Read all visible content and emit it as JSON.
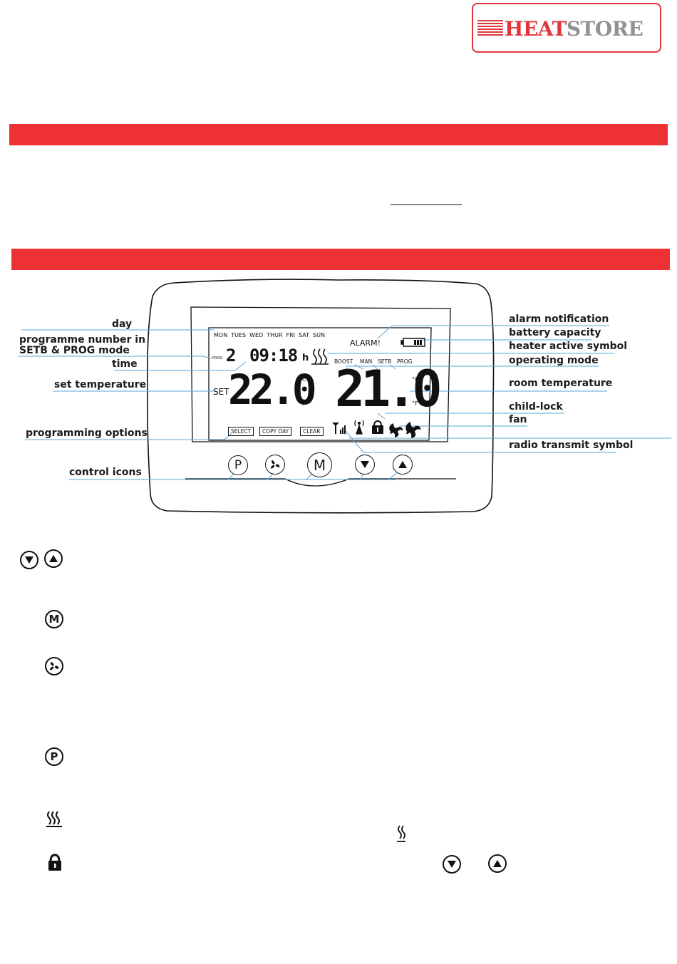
{
  "logo": {
    "heat": "HEAT",
    "store": "STORE"
  },
  "lcd": {
    "days": [
      "MON",
      "TUES",
      "WED",
      "THUR",
      "FRI",
      "SAT",
      "SUN"
    ],
    "alarm": "ALARM!",
    "prog_label": "PROG",
    "program_number": "2",
    "time": "09:18",
    "time_unit": "h",
    "modes": [
      "BOOST",
      "MAN",
      "SETB",
      "PROG"
    ],
    "set_label": "SET",
    "set_temperature": "22.0",
    "room_temperature": "21.0",
    "unit_c": "°C",
    "unit_f": "°F",
    "options": [
      "SELECT",
      "COPY DAY",
      "CLEAR"
    ]
  },
  "controls": [
    "P",
    "fan",
    "M",
    "down",
    "up"
  ],
  "labels_left": {
    "day": "day",
    "programme_number": "programme number in",
    "programme_number_2": "SETB & PROG mode",
    "time": "time",
    "set_temperature": "set temperature",
    "programming_options": "programming options",
    "control_icons": "control icons"
  },
  "labels_right": {
    "alarm_notification": "alarm notification",
    "battery_capacity": "battery capacity",
    "heater_active_symbol": "heater active symbol",
    "operating_mode": "operating mode",
    "room_temperature": "room temperature",
    "child_lock": "child-lock",
    "fan": "fan",
    "radio_transmit_symbol": "radio transmit symbol"
  },
  "legend_icons": [
    "down-up-arrows-icon",
    "mode-icon",
    "fan-icon",
    "program-icon",
    "heater-icon",
    "lock-icon"
  ],
  "colors": {
    "brand_red": "#ee3135",
    "leader_blue": "#5aa6d8",
    "logo_grey": "#8f9193"
  }
}
